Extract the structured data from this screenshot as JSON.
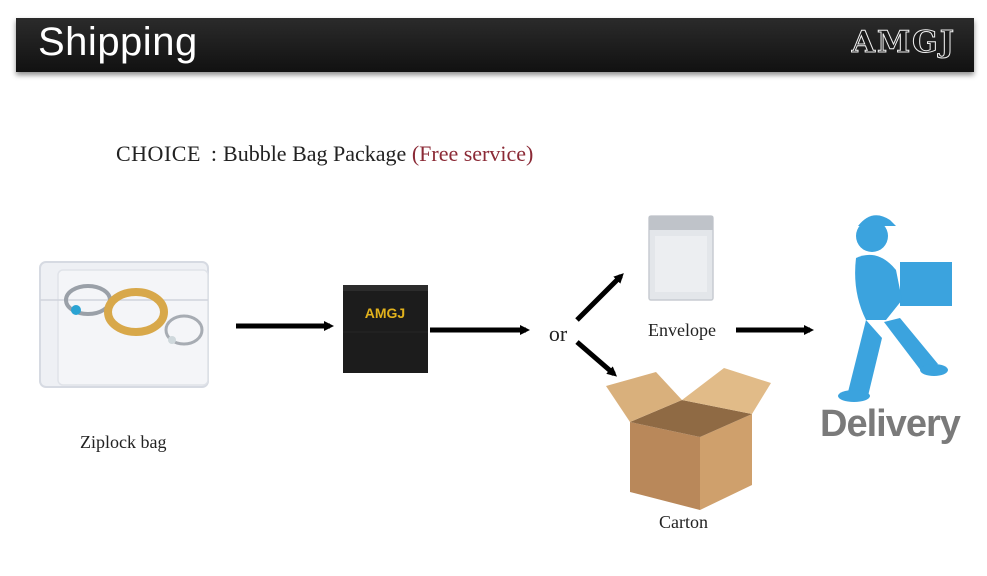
{
  "header": {
    "title": "Shipping",
    "brand": "AMGJ",
    "background_color": "#1b1b1b"
  },
  "choice": {
    "label": "CHOICE",
    "separator": ":",
    "package": "Bubble Bag Package",
    "note": "(Free service)",
    "note_color": "#8b2a36"
  },
  "steps": {
    "ziplock_label": "Ziplock bag",
    "box_brand": "AMGJ",
    "connector": "or",
    "envelope_label": "Envelope",
    "carton_label": "Carton",
    "delivery_label": "Delivery"
  },
  "colors": {
    "arrow": "#000000",
    "box": "#1c1c1c",
    "box_text": "#e2b21c",
    "delivery_figure": "#3ba3de",
    "delivery_text": "#7a7a7a",
    "carton": "#c9a06a"
  },
  "icons": {
    "ziplock": "ziplock-bag-with-rings",
    "box": "gift-box",
    "envelope": "bubble-envelope",
    "carton": "cardboard-box",
    "delivery": "courier-figure"
  }
}
